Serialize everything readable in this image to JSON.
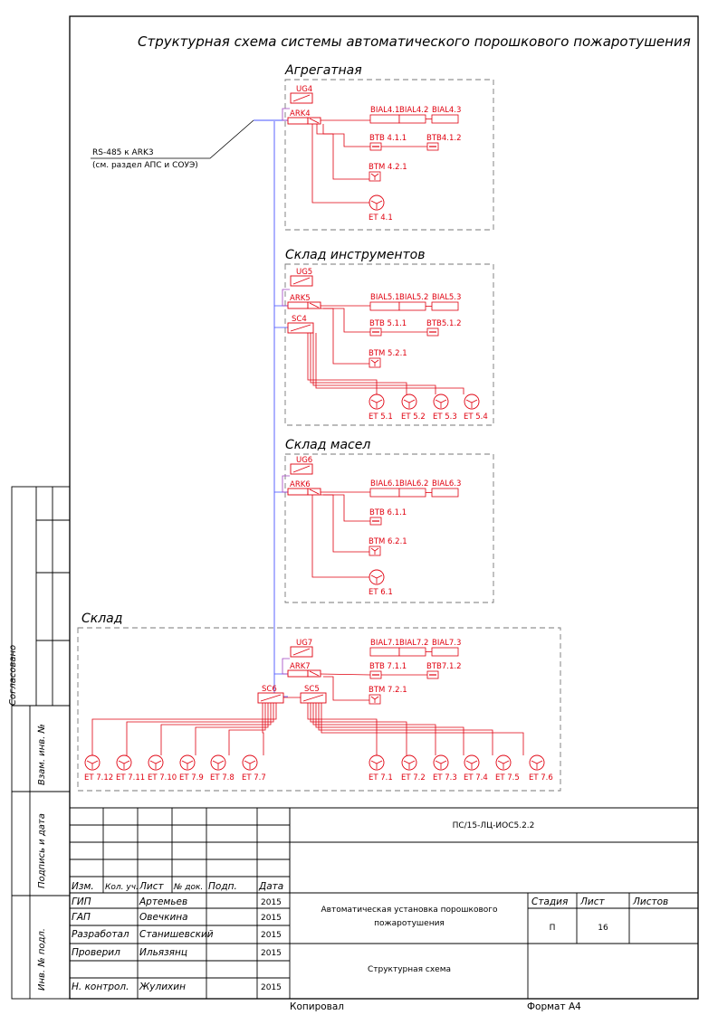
{
  "sheet_title": "Структурная схема системы автоматического порошкового пожаротушения",
  "rs485": {
    "line1": "RS-485 к ARK3",
    "line2": "(см. раздел АПС и СОУЭ)"
  },
  "zones": {
    "z4": {
      "title": "Агрегатная",
      "ug": "UG4",
      "ark": "ARK4",
      "bial": [
        "BIAL4.1",
        "BIAL4.2",
        "BIAL4.3"
      ],
      "btb": [
        "BTB 4.1.1",
        "BTB4.1.2"
      ],
      "btm": "BTM 4.2.1",
      "et": [
        "ET 4.1"
      ]
    },
    "z5": {
      "title": "Склад инструментов",
      "ug": "UG5",
      "ark": "ARK5",
      "sc": "SC4",
      "bial": [
        "BIAL5.1",
        "BIAL5.2",
        "BIAL5.3"
      ],
      "btb": [
        "BTB 5.1.1",
        "BTB5.1.2"
      ],
      "btm": "BTM 5.2.1",
      "et": [
        "ET 5.1",
        "ET 5.2",
        "ET 5.3",
        "ET 5.4"
      ]
    },
    "z6": {
      "title": "Склад масел",
      "ug": "UG6",
      "ark": "ARK6",
      "bial": [
        "BIAL6.1",
        "BIAL6.2",
        "BIAL6.3"
      ],
      "btb": [
        "BTB 6.1.1"
      ],
      "btm": "BTM 6.2.1",
      "et": [
        "ET 6.1"
      ]
    },
    "z7": {
      "title": "Склад",
      "ug": "UG7",
      "ark": "ARK7",
      "sc5": "SC5",
      "sc6": "SC6",
      "bial": [
        "BIAL7.1",
        "BIAL7.2",
        "BIAL7.3"
      ],
      "btb": [
        "BTB 7.1.1",
        "BTB7.1.2"
      ],
      "btm": "BTM 7.2.1",
      "et_right": [
        "ET 7.1",
        "ET 7.2",
        "ET 7.3",
        "ET 7.4",
        "ET 7.5",
        "ET 7.6"
      ],
      "et_left": [
        "ET 7.12",
        "ET 7.11",
        "ET 7.10",
        "ET 7.9",
        "ET 7.8",
        "ET 7.7"
      ]
    }
  },
  "stamp": {
    "doc_code": "ПС/15-ЛЦ-ИОС5.2.2",
    "headers": [
      "Изм.",
      "Кол. уч.",
      "Лист",
      "№ док.",
      "Подп.",
      "Дата"
    ],
    "people": [
      {
        "role": "ГИП",
        "name": "Артемьев",
        "date": "2015"
      },
      {
        "role": "ГАП",
        "name": "Овечкина",
        "date": "2015"
      },
      {
        "role": "Разработал",
        "name": "Станишевский",
        "date": "2015"
      },
      {
        "role": "Проверил",
        "name": "Ильязянц",
        "date": "2015"
      },
      {
        "role": "",
        "name": "",
        "date": ""
      },
      {
        "role": "Н. контрол.",
        "name": "Жулихин",
        "date": "2015"
      }
    ],
    "object_line1": "Автоматическая установка порошкового",
    "object_line2": "пожаротушения",
    "stage_header": "Стадия",
    "sheet_header": "Лист",
    "sheets_header": "Листов",
    "stage": "П",
    "sheet": "16",
    "sheets": "",
    "drawing_name": "Структурная схема"
  },
  "side": {
    "agreed": "Согласовано",
    "inv_replace": "Взам. инв. №",
    "sign_date": "Подпись и дата",
    "inv_orig": "Инв. № подл."
  },
  "footer": {
    "copied": "Копировал",
    "format": "Формат А4"
  }
}
